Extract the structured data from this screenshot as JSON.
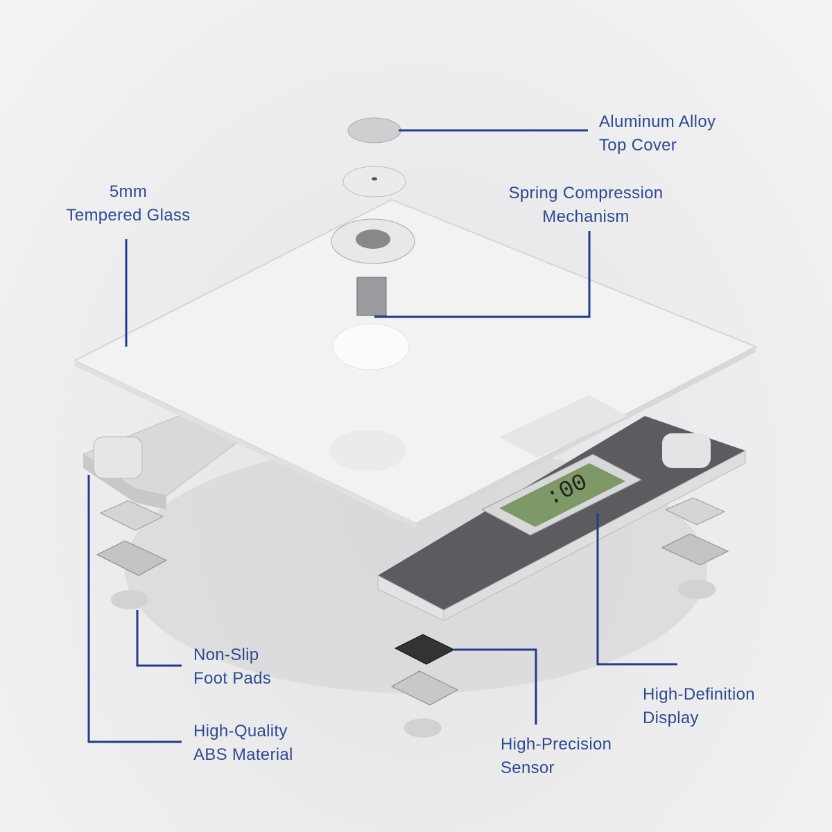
{
  "colors": {
    "label": "#2f4a8c",
    "leader": "#213d86",
    "lcd": "#7e9868"
  },
  "labels": {
    "aluminum": [
      "Aluminum Alloy",
      "Top Cover"
    ],
    "glass": [
      "5mm",
      "Tempered Glass"
    ],
    "spring": [
      "Spring Compression",
      "Mechanism"
    ],
    "pads": [
      "Non-Slip",
      "Foot Pads"
    ],
    "abs": [
      "High-Quality",
      "ABS Material"
    ],
    "sensor": [
      "High-Precision",
      "Sensor"
    ],
    "display": [
      "High-Definition",
      "Display"
    ]
  }
}
